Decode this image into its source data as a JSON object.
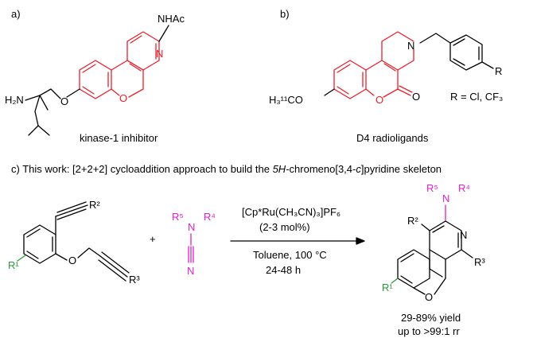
{
  "panels": {
    "a": {
      "label": "a)",
      "caption": "kinase-1 inhibitor",
      "atoms": {
        "nhac": "NHAc",
        "n_ring": "N",
        "o_ring": "O",
        "o_ether": "O",
        "h2n": "H₂N"
      }
    },
    "b": {
      "label": "b)",
      "caption": "D4 radioligands",
      "atoms": {
        "n_ring": "N",
        "o_ring": "O",
        "o_carbonyl": "O",
        "r": "R",
        "methoxy": "H₃¹¹CO",
        "r_def": "R = Cl, CF₃"
      }
    },
    "c": {
      "label": "c) This work: [2+2+2] cycloaddition approach to build the",
      "label_italic": "5H",
      "label_mid": "-chromeno[3,4-",
      "label_italic2": "c",
      "label_end": "]pyridine skeleton"
    }
  },
  "reaction": {
    "plus": "+",
    "catalyst": "[Cp*Ru(CH₃CN)₃]PF₆",
    "loading": "(2-3 mol%)",
    "solvent": "Toluene, 100 °C",
    "time": "24-48 h",
    "yield": "29-89% yield",
    "rr": "up to >99:1 rr",
    "diyne": {
      "r1": "R¹",
      "r2": "R²",
      "r3": "R³",
      "o": "O"
    },
    "cyanamide": {
      "r4": "R⁴",
      "r5": "R⁵",
      "n_amine": "N",
      "n_nitrile": "N"
    },
    "product": {
      "r1": "R¹",
      "r2": "R²",
      "r3": "R³",
      "r4": "R⁴",
      "r5": "R⁵",
      "n_amine": "N",
      "n_ring": "N",
      "o": "O"
    }
  },
  "colors": {
    "scaffold": "#e8202a",
    "amine": "#e020d0",
    "substituent": "#2a9a3a",
    "bonds": "#000000"
  }
}
